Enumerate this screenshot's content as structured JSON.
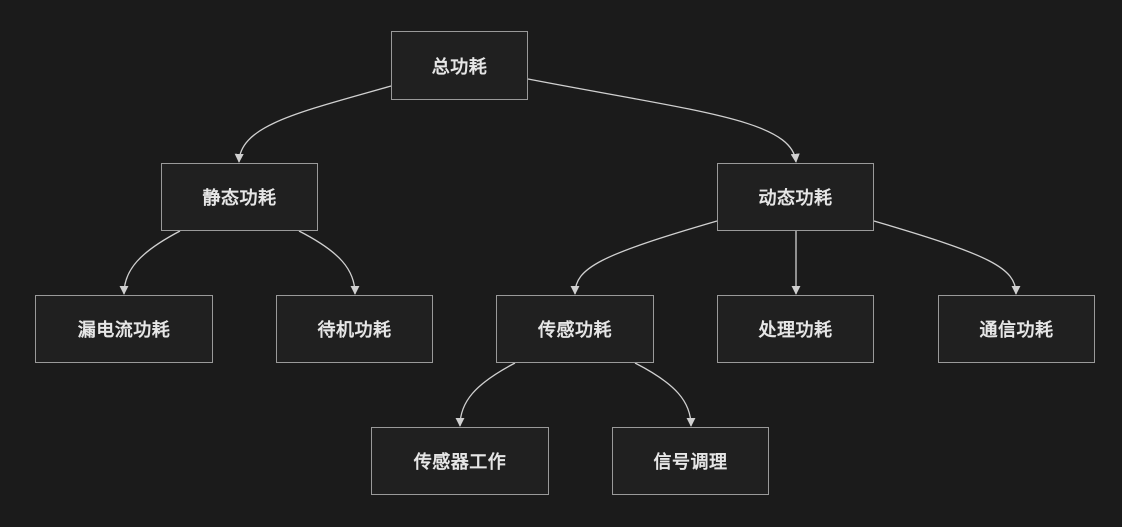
{
  "colors": {
    "background": "#1b1b1b",
    "node_fill": "#202020",
    "node_border": "#9a9a9a",
    "edge": "#d0d0d0",
    "text": "#e6e6e6"
  },
  "nodes": {
    "root": "总功耗",
    "static": "静态功耗",
    "dynamic": "动态功耗",
    "leakage": "漏电流功耗",
    "standby": "待机功耗",
    "sensing": "传感功耗",
    "processing": "处理功耗",
    "communication": "通信功耗",
    "sensor_work": "传感器工作",
    "signal_conditioning": "信号调理"
  },
  "edges": [
    {
      "from": "root",
      "to": "static"
    },
    {
      "from": "root",
      "to": "dynamic"
    },
    {
      "from": "static",
      "to": "leakage"
    },
    {
      "from": "static",
      "to": "standby"
    },
    {
      "from": "dynamic",
      "to": "sensing"
    },
    {
      "from": "dynamic",
      "to": "processing"
    },
    {
      "from": "dynamic",
      "to": "communication"
    },
    {
      "from": "sensing",
      "to": "sensor_work"
    },
    {
      "from": "sensing",
      "to": "signal_conditioning"
    }
  ]
}
